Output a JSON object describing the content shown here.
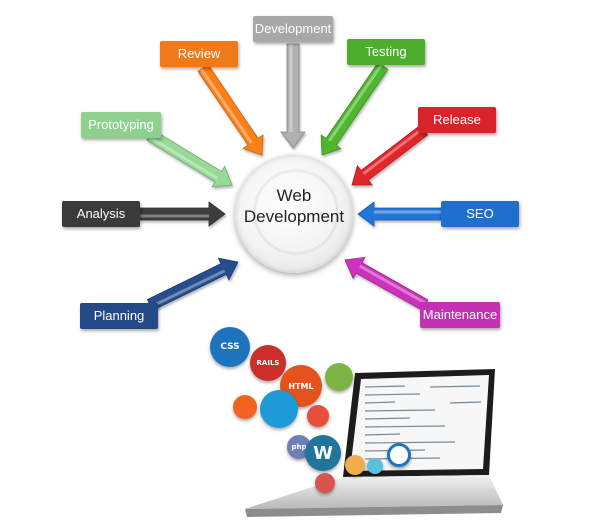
{
  "center": {
    "title_line1": "Web",
    "title_line2": "Development"
  },
  "stages": [
    {
      "id": "development",
      "label": "Development",
      "color": "#a8a8a8"
    },
    {
      "id": "testing",
      "label": "Testing",
      "color": "#4cae2c"
    },
    {
      "id": "review",
      "label": "Review",
      "color": "#f07a18"
    },
    {
      "id": "prototyping",
      "label": "Prototyping",
      "color": "#8fd08f"
    },
    {
      "id": "release",
      "label": "Release",
      "color": "#d8232a"
    },
    {
      "id": "analysis",
      "label": "Analysis",
      "color": "#3a3a3a"
    },
    {
      "id": "seo",
      "label": "SEO",
      "color": "#1f6fcf"
    },
    {
      "id": "planning",
      "label": "Planning",
      "color": "#234a86"
    },
    {
      "id": "maintenance",
      "label": "Maintenance",
      "color": "#c431b4"
    }
  ],
  "tech_icons": [
    {
      "name": "css3-icon",
      "label": "CSS",
      "color": "#1e73be"
    },
    {
      "name": "rails-icon",
      "label": "RAILS",
      "color": "#cc2f2a"
    },
    {
      "name": "html5-icon",
      "label": "HTML",
      "color": "#e4531d"
    },
    {
      "name": "android-icon",
      "label": "",
      "color": "#7cb342"
    },
    {
      "name": "drupal-icon",
      "label": "",
      "color": "#1e9ad6"
    },
    {
      "name": "magento-icon",
      "label": "",
      "color": "#f26322"
    },
    {
      "name": "joomla-icon",
      "label": "",
      "color": "#e84e3c"
    },
    {
      "name": "wordpress-icon",
      "label": "W",
      "color": "#21759b"
    },
    {
      "name": "php-icon",
      "label": "php",
      "color": "#6e7fb8"
    }
  ]
}
